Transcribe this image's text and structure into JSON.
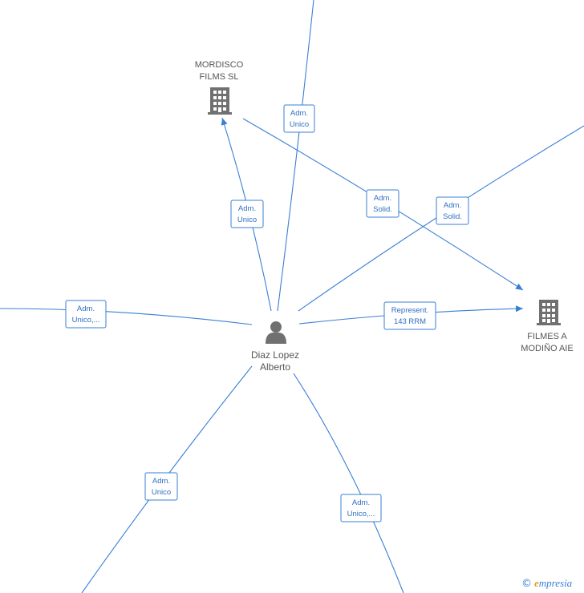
{
  "nodes": {
    "person": {
      "line1": "Diaz Lopez",
      "line2": "Alberto",
      "icon": "person-icon"
    },
    "mordisco": {
      "line1": "MORDISCO",
      "line2": "FILMS SL",
      "icon": "building-icon"
    },
    "filmes": {
      "line1": "FILMES A",
      "line2": "MODIÑO AIE",
      "icon": "building-icon"
    }
  },
  "edges": {
    "top": {
      "line1": "Adm.",
      "line2": "Unico"
    },
    "to_mordisco": {
      "line1": "Adm.",
      "line2": "Unico"
    },
    "mordisco_filmes": {
      "line1": "Adm.",
      "line2": "Solid."
    },
    "upper_right": {
      "line1": "Adm.",
      "line2": "Solid."
    },
    "to_filmes": {
      "line1": "Represent.",
      "line2": "143 RRM"
    },
    "left": {
      "line1": "Adm.",
      "line2": "Unico,..."
    },
    "lower_left": {
      "line1": "Adm.",
      "line2": "Unico"
    },
    "lower_right": {
      "line1": "Adm.",
      "line2": "Unico,..."
    }
  },
  "colors": {
    "edge": "#3a7fd5",
    "icon": "#707070",
    "label": "#555555"
  },
  "brand": {
    "copyright": "©",
    "initial": "e",
    "name": "mpresia"
  }
}
